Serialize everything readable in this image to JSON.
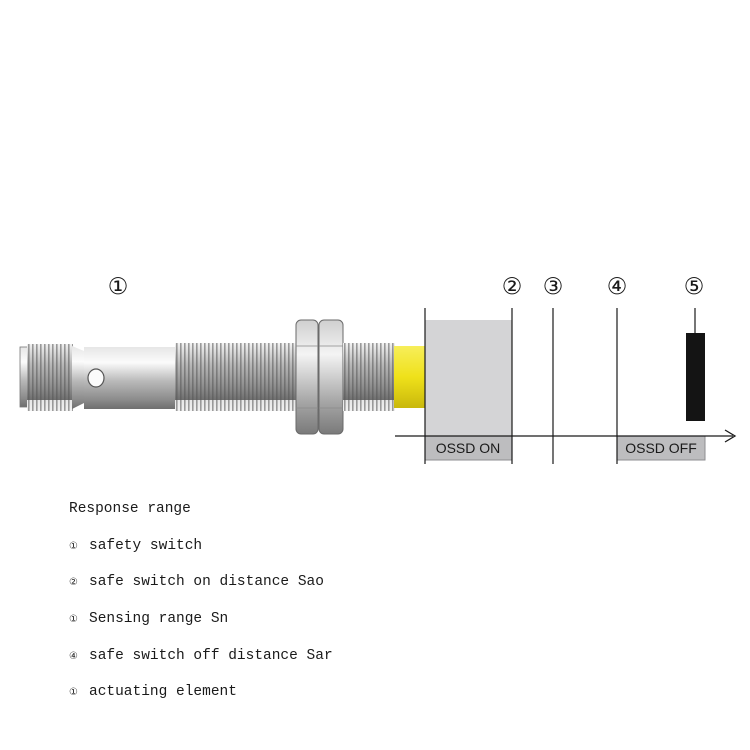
{
  "markers": {
    "m1": "①",
    "m2": "②",
    "m3": "③",
    "m4": "④",
    "m5": "⑤"
  },
  "zones": {
    "on_label": "OSSD ON",
    "off_label": "OSSD OFF"
  },
  "legend": {
    "title": "Response range",
    "items": [
      {
        "num": "①",
        "text": "safety switch"
      },
      {
        "num": "②",
        "text": "safe switch on distance Sao"
      },
      {
        "num": "①",
        "text": "Sensing range Sn"
      },
      {
        "num": "④",
        "text": "safe switch off distance Sar"
      },
      {
        "num": "①",
        "text": "actuating element"
      }
    ]
  },
  "colors": {
    "sensing_face": "#f2e51c",
    "zone_fill": "#d4d4d6",
    "actuator": "#141414"
  }
}
